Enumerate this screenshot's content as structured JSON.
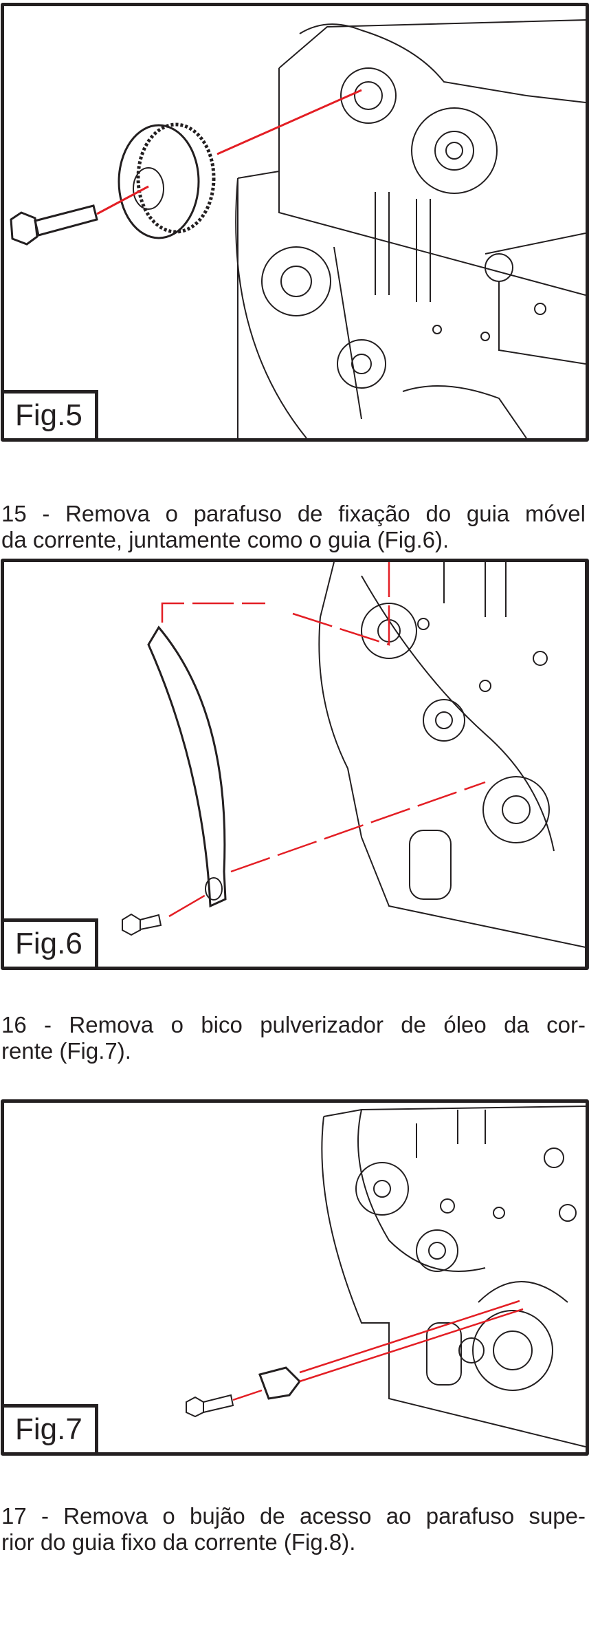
{
  "figures": [
    {
      "label": "Fig.5"
    },
    {
      "label": "Fig.6"
    },
    {
      "label": "Fig.7"
    }
  ],
  "steps": [
    {
      "line1": "15 - Remova o parafuso de fixação do guia móvel",
      "line2": "da corrente, juntamente como o guia (Fig.6)."
    },
    {
      "line1": "16 - Remova o bico pulverizador de óleo da cor-",
      "line2": "rente (Fig.7)."
    },
    {
      "line1": "17 - Remova o bujão de acesso ao parafuso supe-",
      "line2": "rior do guia fixo da corrente (Fig.8)."
    }
  ],
  "colors": {
    "ink": "#231f20",
    "red": "#e31e24"
  }
}
